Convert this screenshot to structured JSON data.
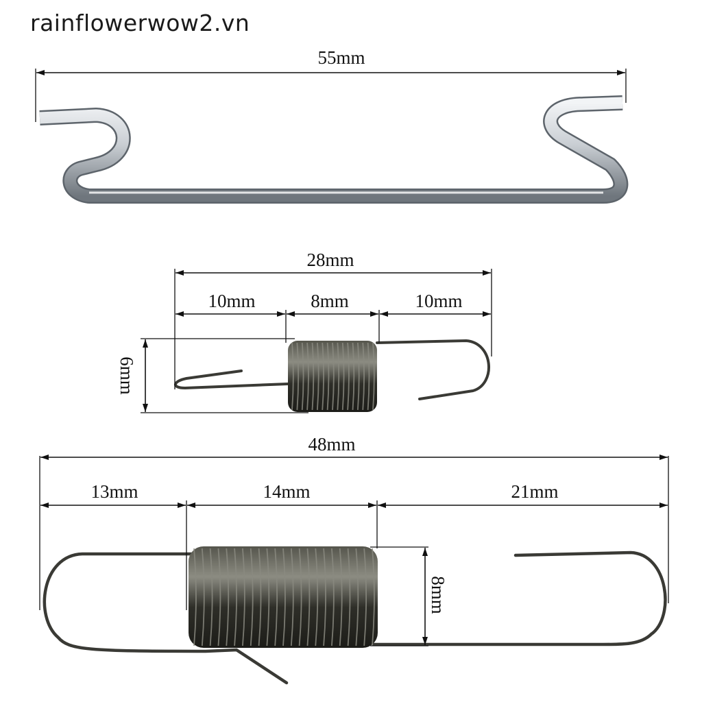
{
  "watermark": "rainflowerwow2.vn",
  "hook_rod": {
    "length_label": "55mm"
  },
  "small_spring": {
    "total_label": "28mm",
    "left_hook_label": "10mm",
    "coil_label": "8mm",
    "right_hook_label": "10mm",
    "diameter_label": "6mm"
  },
  "large_spring": {
    "total_label": "48mm",
    "left_hook_label": "13mm",
    "coil_label": "14mm",
    "right_hook_label": "21mm",
    "diameter_label": "8mm"
  },
  "colors": {
    "steel_light": "#e4e8ec",
    "steel_dark": "#7d848b",
    "spring_dark": "#2b2b25",
    "spring_light": "#8a8a80"
  }
}
